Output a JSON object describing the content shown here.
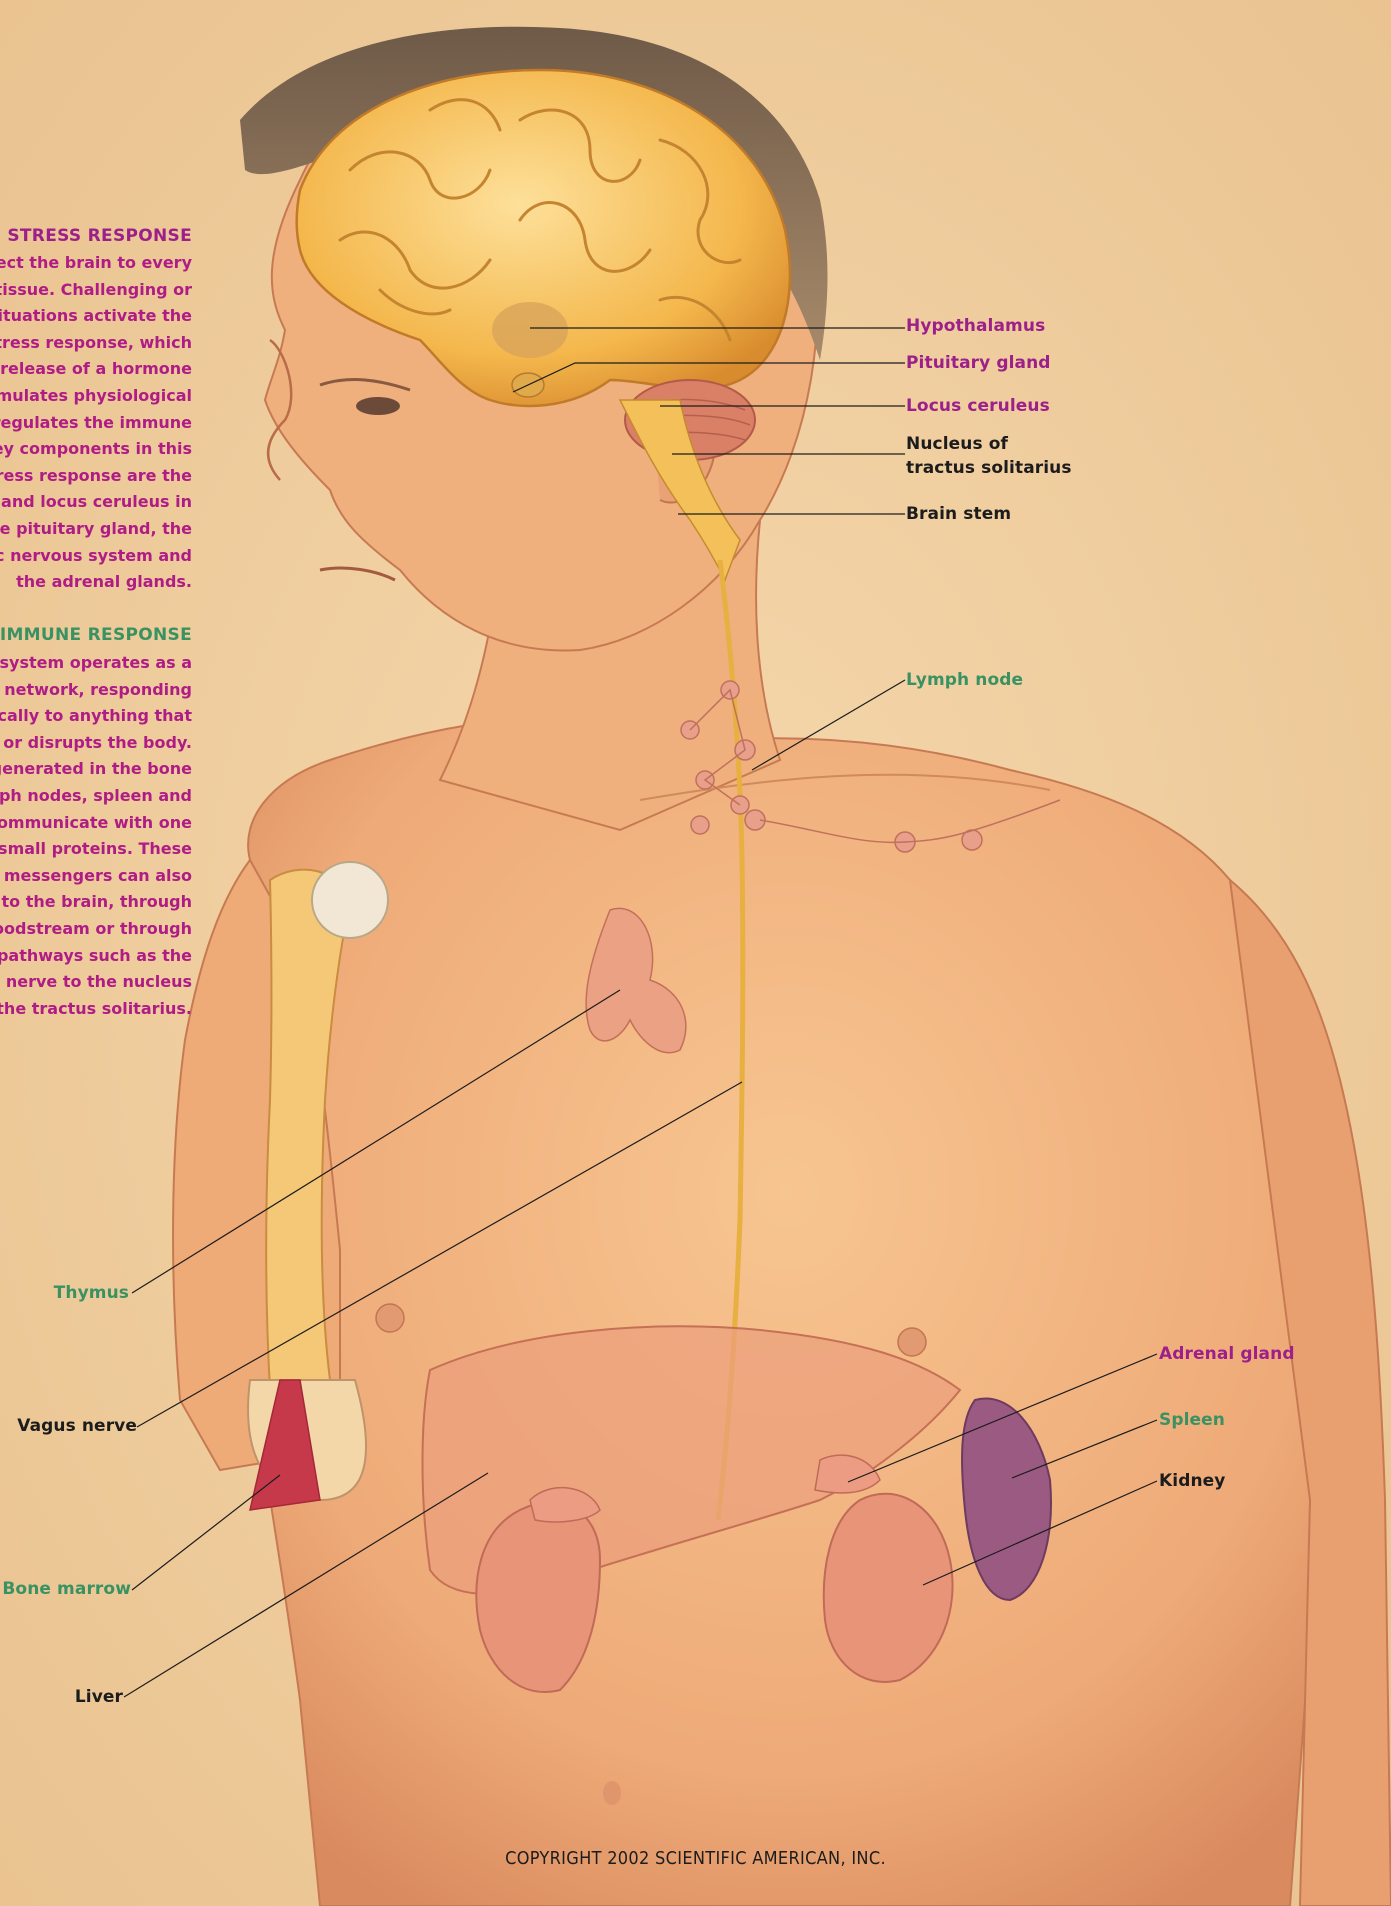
{
  "sidebar": {
    "stress_heading": "STRESS RESPONSE",
    "stress_lines": [
      "nect the brain to every",
      "l tissue. Challenging or",
      "situations activate the",
      "stress response, which",
      "e release of a hormone",
      "imulates physiological",
      "regulates the immune",
      "ey components in this",
      "tress response are the",
      "s and locus ceruleus in",
      "he pituitary gland, the",
      "ic nervous system and",
      "the adrenal glands."
    ],
    "immune_heading": "IMMUNE RESPONSE",
    "immune_lines": [
      "e system operates as a",
      "d network, responding",
      "ically to anything that",
      "s or disrupts the body.",
      "generated in the bone",
      "nph nodes, spleen and",
      "communicate with one",
      "g small proteins. These",
      "l messengers can also",
      "s to the brain, through",
      "loodstream or through",
      "pathways such as the",
      "us nerve to the nucleus",
      "f the tractus solitarius."
    ]
  },
  "labels": {
    "hypothalamus": "Hypothalamus",
    "pituitary": "Pituitary gland",
    "locus": "Locus ceruleus",
    "nucleus_line1": "Nucleus of",
    "nucleus_line2": "tractus solitarius",
    "brainstem": "Brain stem",
    "lymph": "Lymph node",
    "thymus": "Thymus",
    "vagus": "Vagus nerve",
    "bone_marrow": "Bone marrow",
    "liver": "Liver",
    "adrenal": "Adrenal gland",
    "spleen": "Spleen",
    "kidney": "Kidney"
  },
  "copyright": "COPYRIGHT 2002 SCIENTIFIC AMERICAN, INC.",
  "colors": {
    "stress": "#9c1f8a",
    "immune": "#3a9262",
    "neutral": "#1c1c1c",
    "background": "#f2d2a2",
    "skin": "#f0b482"
  }
}
